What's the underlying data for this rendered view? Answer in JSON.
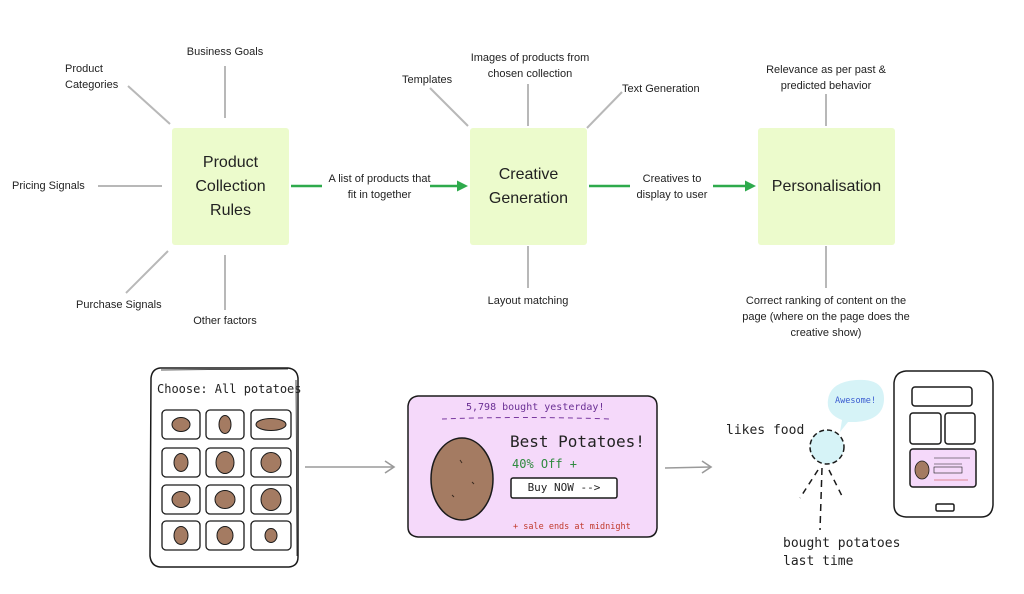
{
  "colors": {
    "node_fill": "#ecfbcc",
    "arrow_green": "#2eaa4c",
    "connector_gray": "#b8b8b8",
    "card_pink": "#f5d9fa",
    "potato": "#a47b62",
    "bubble": "#d6f3f7"
  },
  "nodes": {
    "rules": "Product Collection Rules",
    "creative": "Creative Generation",
    "personal": "Personalisation"
  },
  "rules_inputs": {
    "categories": "Product Categories",
    "goals": "Business Goals",
    "pricing": "Pricing Signals",
    "purchase": "Purchase Signals",
    "other": "Other factors"
  },
  "creative_inputs": {
    "templates": "Templates",
    "images": "Images of products from chosen collection",
    "text": "Text Generation",
    "layout": "Layout matching"
  },
  "personal_inputs": {
    "relevance": "Relevance as per past & predicted behavior",
    "ranking": "Correct ranking of content on the page (where on the page does the creative show)"
  },
  "edges": {
    "e1": "A list of products that fit in together",
    "e2": "Creatives to display to user"
  },
  "sketch": {
    "grid_title": "Choose: All potatoes",
    "banner_top": "5,798 bought yesterday!",
    "banner_title": "Best Potatoes!",
    "banner_offer": "40% Off +",
    "banner_button": "Buy NOW -->",
    "banner_note": "+ sale ends at midnight",
    "person_label": "likes food",
    "speech": "Awesome!",
    "history": "bought potatoes last time"
  }
}
